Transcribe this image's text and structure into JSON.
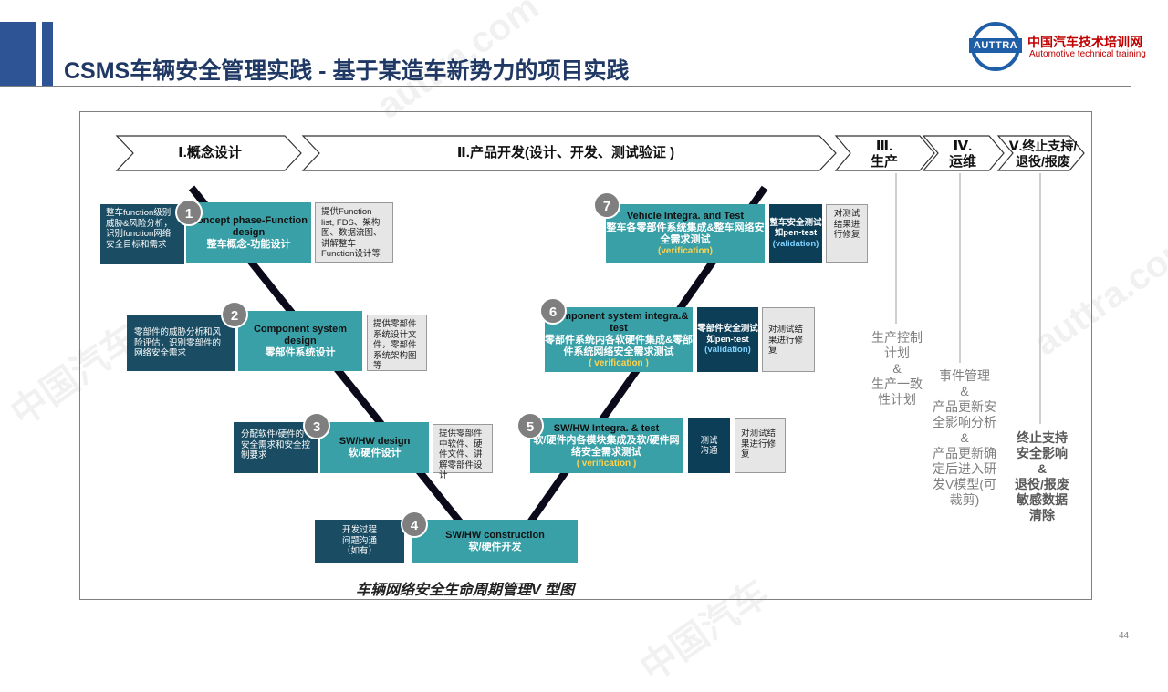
{
  "header": {
    "title": "CSMS车辆安全管理实践 - 基于某造车新势力的项目实践",
    "logo_text": "AUTTRA",
    "logo_cn": "中国汽车技术培训网",
    "logo_en": "Automotive technical training"
  },
  "phases": [
    {
      "label": "Ⅰ.概念设计"
    },
    {
      "label": "Ⅱ.产品开发(设计、开发、测试验证 )"
    },
    {
      "label_line1": "Ⅲ.",
      "label_line2": "生产"
    },
    {
      "label_line1": "Ⅳ.",
      "label_line2": "运维"
    },
    {
      "label_line1": "Ⅴ.终止支持/",
      "label_line2": "退役/报废"
    }
  ],
  "left_steps": [
    {
      "num": "1",
      "dark": "整车function级别威胁&风险分析，识别function网络安全目标和需求",
      "en": "Concept phase-Function design",
      "cn": "整车概念-功能设计",
      "grey": "提供Function list, FDS、架构图、数据流图、讲解整车Function设计等"
    },
    {
      "num": "2",
      "dark": "零部件的威胁分析和风险评估，识别零部件的网络安全需求",
      "en": "Component system design",
      "cn": "零部件系统设计",
      "grey": "提供零部件系统设计文件，零部件系统架构图等"
    },
    {
      "num": "3",
      "dark": "分配软件/硬件的安全需求和安全控制要求",
      "en": "SW/HW design",
      "cn": "软/硬件设计",
      "grey": "提供零部件中软件、硬件文件、讲解零部件设计"
    },
    {
      "num": "4",
      "dark": "开发过程问题沟通（如有）",
      "en": "SW/HW construction",
      "cn": "软/硬件开发"
    }
  ],
  "right_steps": [
    {
      "num": "7",
      "en": "Vehicle Integra. and Test",
      "cn": "整车各零部件系统集成&整车网络安全需求测试",
      "ver": "(verification)",
      "navy": "整车安全测试 如pen-test",
      "navy_ver": "(validation)",
      "grey": "对测试结果进行修复"
    },
    {
      "num": "6",
      "en": "Component system integra.& test",
      "cn": "零部件系统内各软硬件集成&零部件系统网络安全需求测试",
      "ver": "( verification )",
      "navy": "零部件安全测试 如pen-test",
      "navy_ver": "(validation)",
      "grey": "对测试结果进行修复"
    },
    {
      "num": "5",
      "en": "SW/HW Integra. & test",
      "cn": "软/硬件内各模块集成及软/硬件网络安全需求测试",
      "ver": "( verification )",
      "navy": "测试沟通",
      "grey": "对测试结果进行修复"
    }
  ],
  "side_notes": {
    "production": [
      "生产控制",
      "计划",
      "&",
      "生产一致",
      "性计划"
    ],
    "operation": [
      "事件管理",
      "&",
      "产品更新安",
      "全影响分析",
      "&",
      "产品更新确",
      "定后进入研",
      "发V模型(可",
      "裁剪)"
    ],
    "end": [
      "终止支持",
      "安全影响",
      "&",
      "退役/报废",
      "敏感数据",
      "清除"
    ]
  },
  "caption": "车辆网络安全生命周期管理V 型图",
  "page_number": "44",
  "watermark": [
    "auttra.com",
    "中国汽车"
  ]
}
